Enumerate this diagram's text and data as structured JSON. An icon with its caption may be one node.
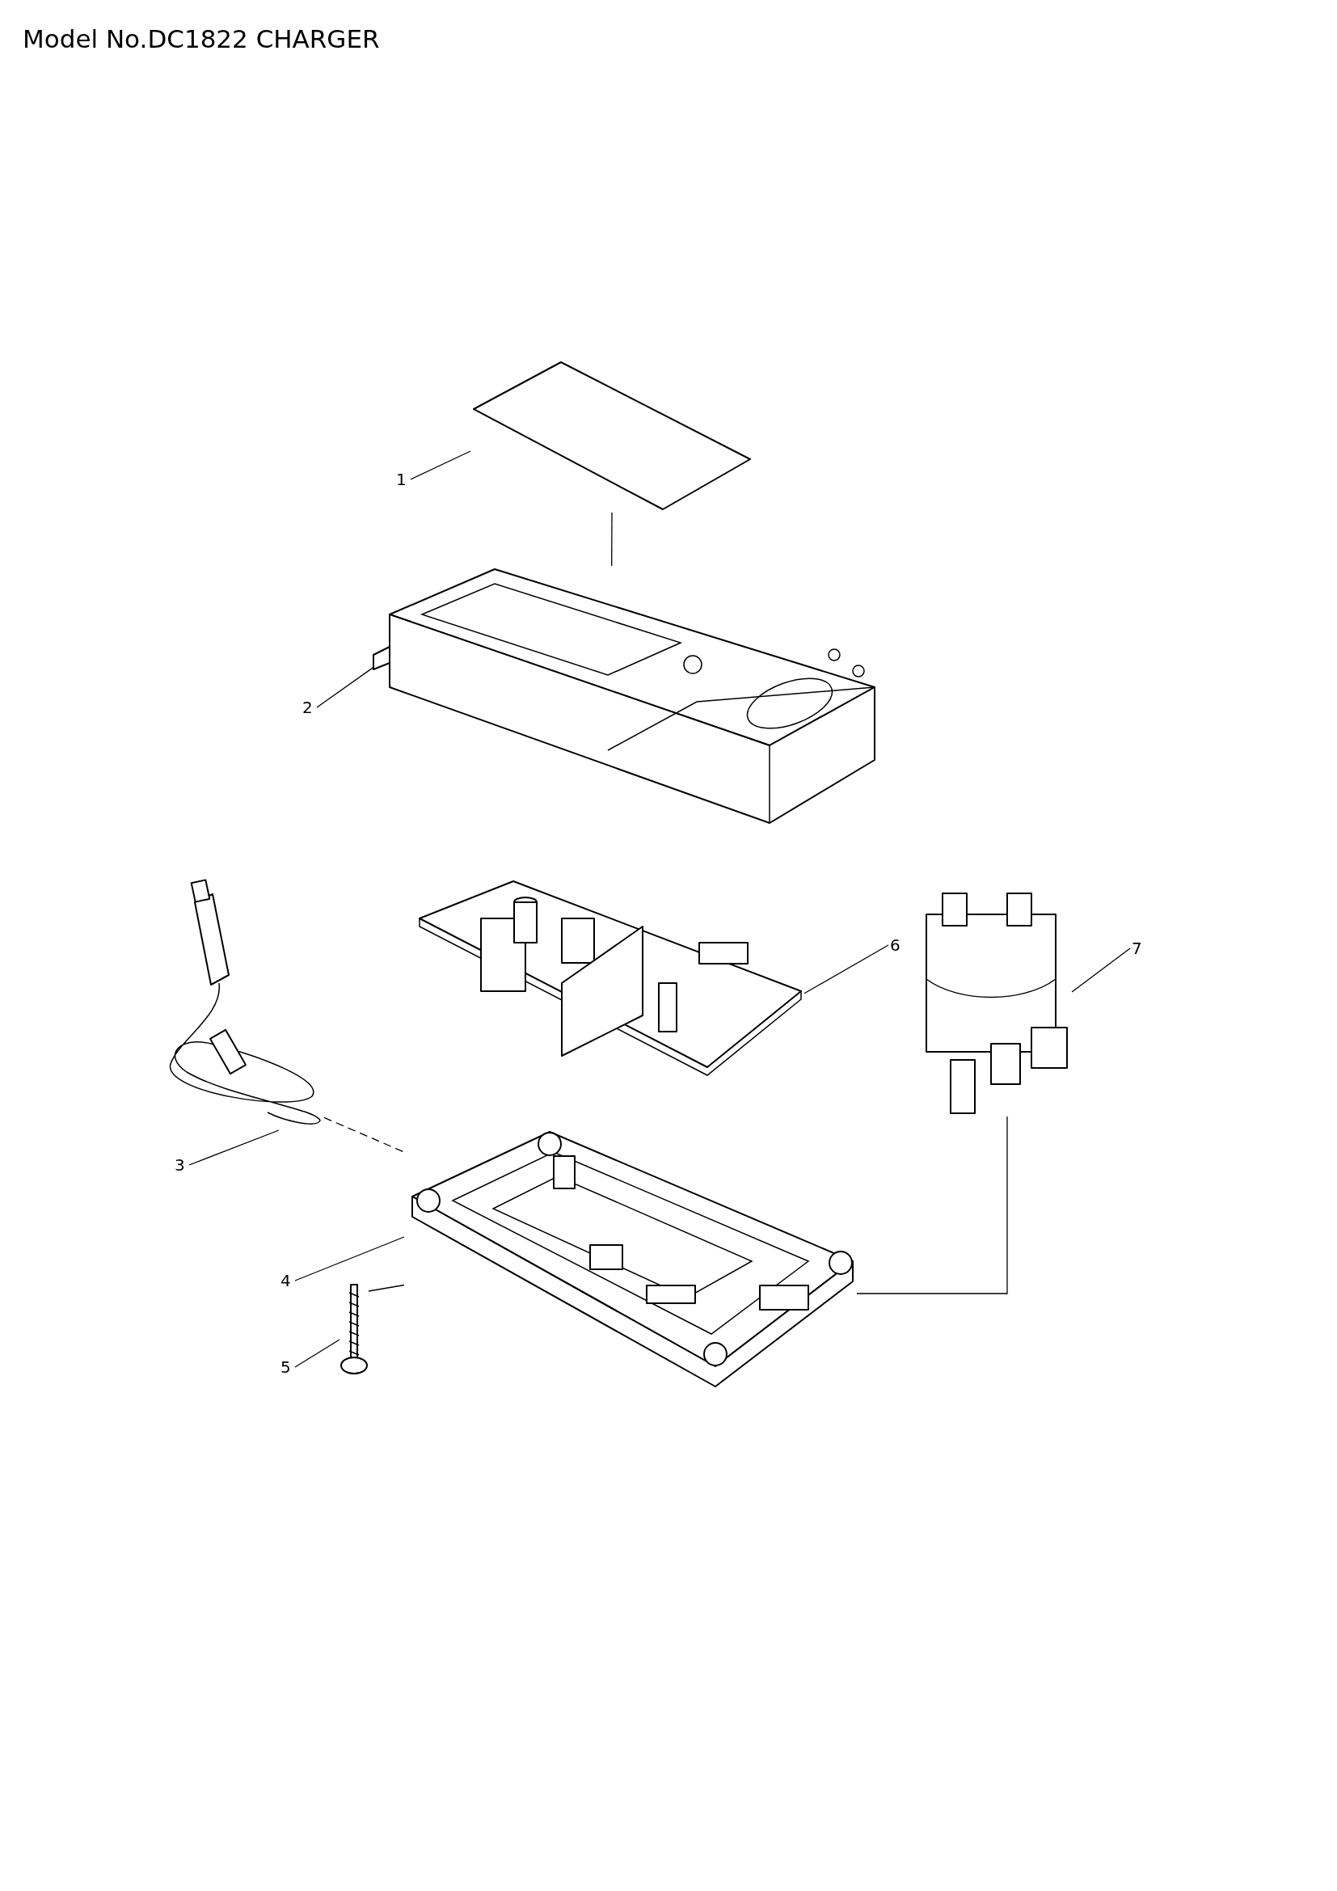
{
  "diagram": {
    "title": "Model No.DC1822 CHARGER",
    "nodes": [
      {
        "text": [
          "1"
        ]
      },
      {
        "text": [],
        "shape": "picture"
      },
      {
        "text": [
          "2"
        ]
      },
      {
        "text": [],
        "shape": "picture"
      },
      {
        "text": [
          "3"
        ]
      },
      {
        "text": [],
        "shape": "picture"
      },
      {
        "text": [
          "4"
        ]
      },
      {
        "text": [],
        "shape": "picture"
      },
      {
        "text": [
          "5"
        ]
      },
      {
        "text": [],
        "shape": "picture"
      },
      {
        "text": [
          "6"
        ]
      },
      {
        "text": [],
        "shape": "picture"
      },
      {
        "text": [
          "7"
        ]
      },
      {
        "text": [],
        "shape": "picture"
      }
    ],
    "edges": [
      {
        "from": 0,
        "to": 1,
        "arrow": "none"
      },
      {
        "from": 2,
        "to": 3,
        "arrow": "none"
      },
      {
        "from": 4,
        "to": 5,
        "arrow": "none"
      },
      {
        "from": 6,
        "to": 7,
        "arrow": "none"
      },
      {
        "from": 8,
        "to": 9,
        "arrow": "none"
      },
      {
        "from": 10,
        "to": 11,
        "arrow": "none"
      },
      {
        "from": 12,
        "to": 13,
        "arrow": "none"
      },
      {
        "from": 1,
        "to": 3,
        "arrow": "none"
      },
      {
        "from": 5,
        "to": 7,
        "arrow": "none",
        "style": "dashed"
      },
      {
        "from": 9,
        "to": 7,
        "arrow": "none"
      },
      {
        "from": 13,
        "to": 7,
        "arrow": "none"
      }
    ]
  }
}
